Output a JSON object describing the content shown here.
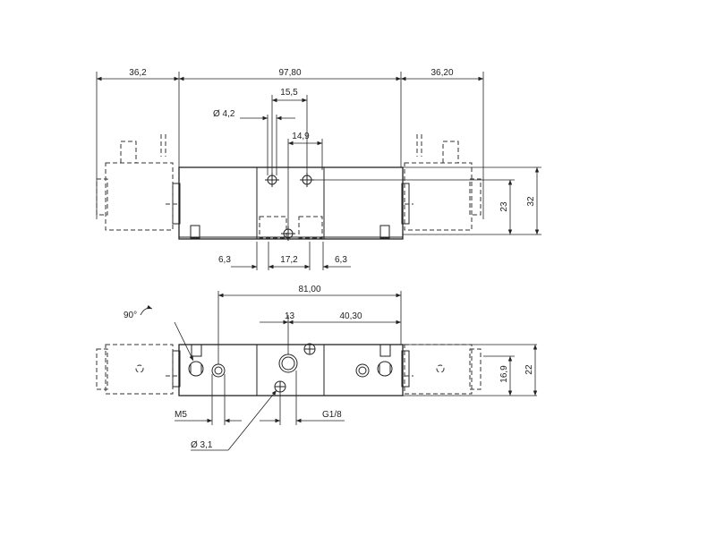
{
  "top_view": {
    "dims": {
      "left_overhang": "36,2",
      "body_length": "97,80",
      "right_overhang": "36,20",
      "hole_spacing_top": "15,5",
      "hole_diameter": "Ø 4,2",
      "hole_offset": "14,9",
      "height_23": "23",
      "height_32": "32",
      "port_left": "6,3",
      "port_mid": "17,2",
      "port_right": "6,3"
    }
  },
  "bottom_view": {
    "dims": {
      "mount_length": "81,00",
      "port_offset": "13",
      "right_offset": "40,30",
      "rotation": "90°",
      "height_16_9": "16,9",
      "height_22": "22",
      "thread_m5": "M5",
      "thread_g18": "G1/8",
      "hole_d31": "Ø 3,1"
    }
  }
}
